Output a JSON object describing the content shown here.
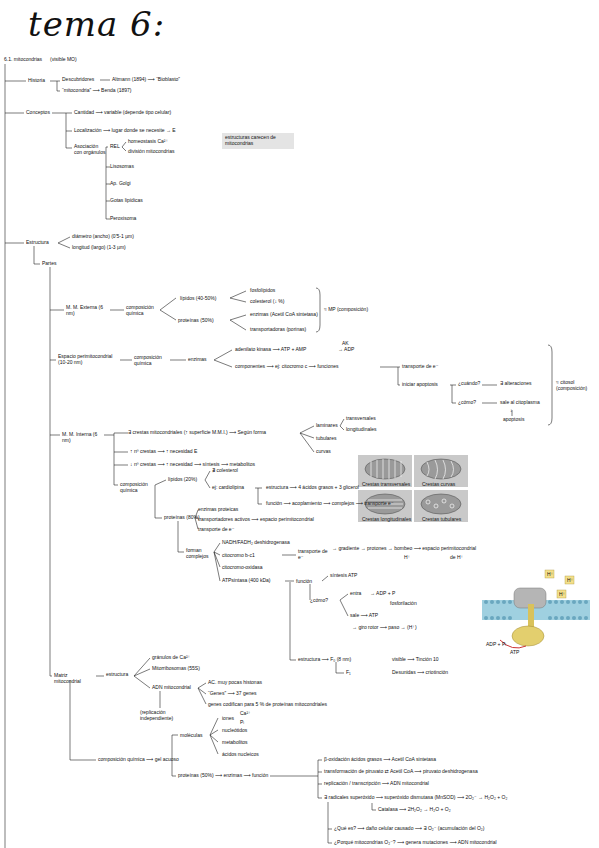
{
  "diagram": {
    "title": "tema 6:",
    "nodes": [
      {
        "text": [
          "estructuras carecen de mitocondrias"
        ]
      }
    ],
    "labels": [
      "6.1. mitocondrias",
      "(visible MO)",
      "Historia",
      "Descubridores",
      "Altmann (1894) ⟿ “Bioblasto”",
      "“mitocondria” ⟿ Benda (1897)",
      "Conceptos",
      "Cantidad ⟿ variable (depende tipo celular)",
      "Localización ⟿ lugar donde se necesite → E",
      "Asociación con orgánulos",
      "REL",
      "homeostasis Ca²⁺",
      "división mitocondrias",
      "Lisosomas",
      "Ap. Golgi",
      "Gotas lipídicas",
      "Peroxisoma",
      "Estructura",
      "diámetro (ancho) (0'5-1 µm)",
      "longitud (largo) (1-3 µm)",
      "Partes",
      "M. M. Externa (6 nm)",
      "composición química",
      "lípidos (40-50%)",
      "fosfolípidos",
      "colesterol (↓ %)",
      "proteínas (50%)",
      "enzimas (Acetil CoA sintetasa)",
      "transportadoras (porinas)",
      "≈ MP (composición)",
      "Espacio perimitocondrial (10-20 nm)",
      "composición química",
      "enzimas",
      "adenilato kinasa ⟿ ATP + AMP",
      "AK",
      "→ ADP",
      "componentes ⟿ ej: citocromo c ⟿ funciones",
      "transporte de e⁻",
      "iniciar apoptosis",
      "¿cuándo?",
      "∃ alteraciones",
      "¿cómo?",
      "sale al citoplasma",
      "↓",
      "apoptosis",
      "≈ citosol (composición)",
      "M. M. Interna (6 nm)",
      "∃ crestas mitocondriales (↑ superficie M.M.I.) ⟿ Según forma",
      "laminares",
      "transversales",
      "longitudinales",
      "tubulares",
      "curvas",
      "↑ nº crestas ⟿ ↑ necesidad E",
      "↓ nº crestas ⟿ ↑ necesidad ⟿ síntesis ⟿ metabolitos",
      "composición química",
      "lípidos (20%)",
      "∄ colesterol",
      "ej: cardiolipina",
      "estructura ⟿ 4 ácidos grasos + 3 glicerol",
      "función ⟿ acoplamiento ⟿ complejos ⟿ transporte e⁻",
      "proteínas (80%)",
      "enzimas proteicas",
      "transportadores activos ⟿ espacio perimitocondrial",
      "transporte de e⁻",
      "forman complejos",
      "NADH/FADH₂ deshidrogenasa",
      "citocromo b-c1",
      "citocromo-oxidasa",
      "ATPsintasa (400 kDa)",
      "transporte de e⁻",
      "→ gradiente → protones → bombeo ⟿ espacio perimitocondrial",
      "H⁺",
      "de H⁺",
      "función",
      "síntesis ATP",
      "¿cómo?",
      "entra",
      "→ ADP + P",
      "fosforilación",
      "sale ⟿ ATP",
      "→ giro rotor ⟿ paso → (H⁺)",
      "estructura ⟿ F₀ (8 nm)",
      "F₁",
      "visible ⟿ Tinción 10",
      "Desunidas ⟿ criotinción",
      "Matriz mitocondrial",
      "estructura",
      "gránulos de Ca²⁺",
      "Mitorribosomas (55S)",
      "ADN mitocondrial",
      "AC. muy pocas histonas",
      "“Genes” ⟿ 37 genes",
      "genes codifican para 5 % de proteínas mitocondriales",
      "(replicación independiente)",
      "composición química ⟿ gel acuoso",
      "moléculas",
      "iones",
      "Ca²⁺",
      "Pᵢ",
      "nucleótidos",
      "metabolitos",
      "ácidos nucleicos",
      "proteínas (50%) ⟿ enzimas ⟿ función",
      "β-oxidación ácidos grasos ⟿ Acetil CoA sintetasa",
      "transformación de piruvato ⇄ Acetil CoA ⟿ piruvato deshidrogenasa",
      "replicación / transcripción ⟿ ADN mitocondrial",
      "∃ radicales superóxido ⟿ superóxido dismutasa (MnSOD) ⟿ 2O₂⁻ → H₂O₂ + O₂",
      "Catalasa ⟿ 2H₂O₂ → H₂O + O₂",
      "¿Qué es? ⟿ daño celular causado ⟿ ∃ O₂⁻ (acumulación del O₂)",
      "¿Porqué mitocondrias O₂⁻? ⟿ genera mutaciones ⟿ ADN mitocondrial",
      "Crestas transversales",
      "Crestas curvas",
      "Crestas longitudinales",
      "Crestas tubulares",
      "H⁺",
      "H⁺",
      "H⁺",
      "ADP + Pᵢ",
      "ATP"
    ]
  }
}
